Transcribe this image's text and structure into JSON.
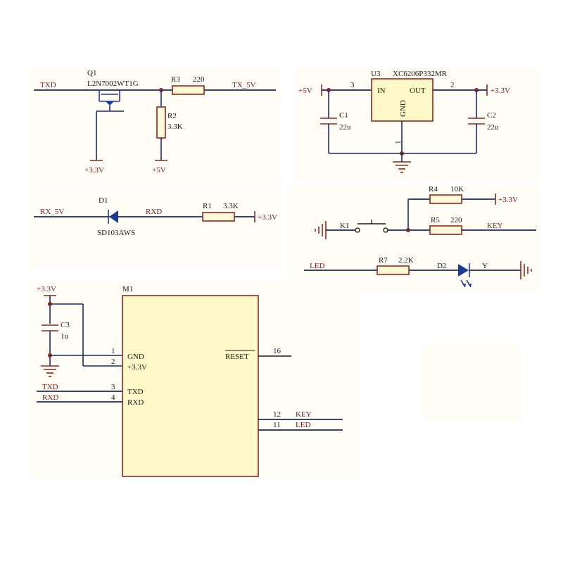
{
  "labels": {
    "q1_ref": "Q1",
    "q1_part": "L2N7002WT1G",
    "txd": "TXD",
    "r3_ref": "R3",
    "r3_val": "220",
    "tx5v": "TX_5V",
    "r2_ref": "R2",
    "r2_val": "3.3K",
    "p33_q1": "+3.3V",
    "p5_r2": "+5V",
    "u3_ref": "U3",
    "u3_part": "XC6206P332MR",
    "p5_in": "+5V",
    "pin3": "3",
    "in_lbl": "IN",
    "out_lbl": "OUT",
    "pin2": "2",
    "p33_out": "+3.3V",
    "gnd_lbl": "GND",
    "pin1": "1",
    "c1_ref": "C1",
    "c1_val": "22u",
    "c2_ref": "C2",
    "c2_val": "22u",
    "rx5v": "RX_5V",
    "d1_ref": "D1",
    "d1_part": "SD103AWS",
    "rxd": "RXD",
    "r1_ref": "R1",
    "r1_val": "3.3K",
    "p33_r1": "+3.3V",
    "r4_ref": "R4",
    "r4_val": "10K",
    "p33_r4": "+3.3V",
    "k1_ref": "K1",
    "r5_ref": "R5",
    "r5_val": "220",
    "key_net": "KEY",
    "led_net": "LED",
    "r7_ref": "R7",
    "r7_val": "2.2K",
    "d2_ref": "D2",
    "d2_y": "Y",
    "p33_c3": "+3.3V",
    "c3_ref": "C3",
    "c3_val": "1u",
    "m1_ref": "M1",
    "m1_pin1": "1",
    "m1_gnd": "GND",
    "m1_pin2": "2",
    "m1_p33": "+3.3V",
    "m1_txd_net": "TXD",
    "m1_pin3": "3",
    "m1_txd": "TXD",
    "m1_rxd_net": "RXD",
    "m1_pin4": "4",
    "m1_rxd": "RXD",
    "m1_reset": "RESET",
    "m1_pin16": "16",
    "m1_pin12": "12",
    "m1_key": "KEY",
    "m1_pin11": "11",
    "m1_led": "LED"
  }
}
